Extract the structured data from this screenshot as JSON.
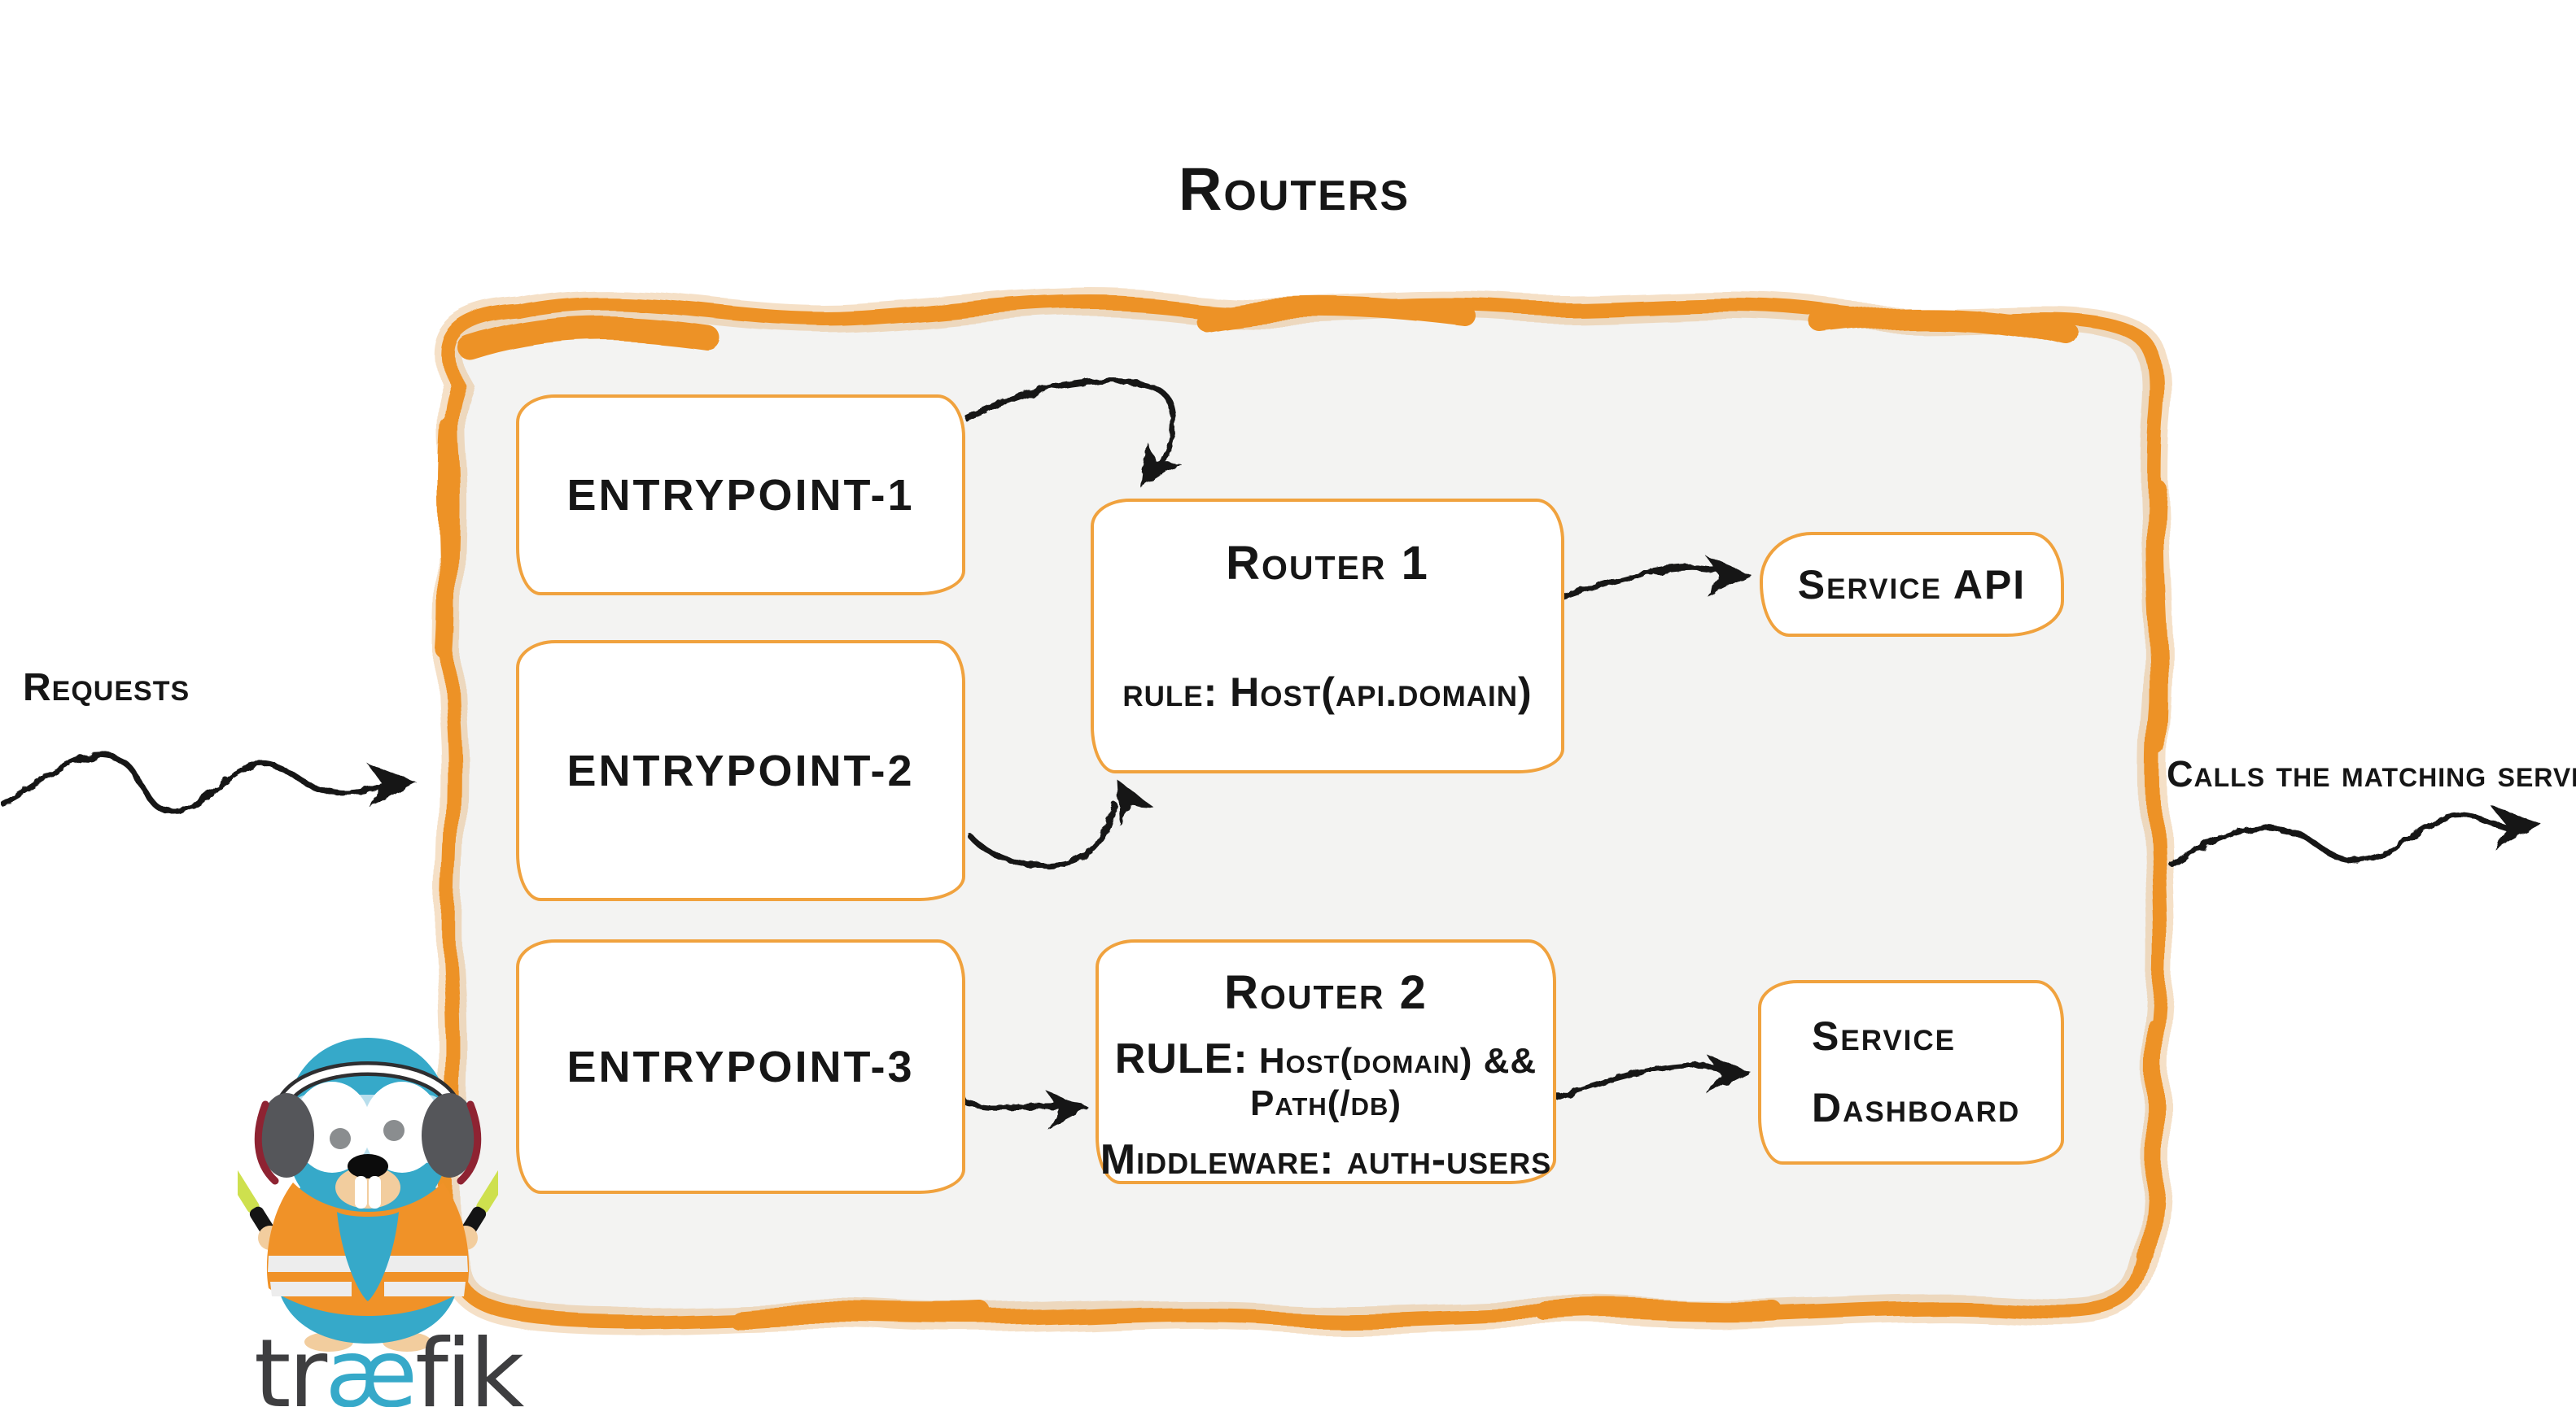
{
  "title": "Routers",
  "requests_label": "Requests",
  "calls_label": "Calls the matching server",
  "entrypoints": [
    {
      "label": "entrypoint-1"
    },
    {
      "label": "entrypoint-2"
    },
    {
      "label": "entrypoint-3"
    }
  ],
  "routers": [
    {
      "title": "Router 1",
      "rule_label": "rule:",
      "rule_value": "Host(api.domain)"
    },
    {
      "title": "Router 2",
      "rule_label": "RULE:",
      "rule_value": "Host(domain) && Path(/db)",
      "middleware_label": "Middleware:",
      "middleware_value": "auth-users"
    }
  ],
  "services": [
    {
      "label": "Service API"
    },
    {
      "label": "Service Dashboard"
    }
  ],
  "logo": {
    "pre": "tr",
    "ligature": "æ",
    "post": "fik"
  },
  "icons": [
    {
      "name": "traefik-gopher-mascot"
    },
    {
      "name": "squiggly-arrow"
    }
  ],
  "colors": {
    "container_border": "#ED9227",
    "box_border": "#F0A23E",
    "container_fill": "#F3F3F2",
    "ink": "#161616",
    "teal": "#36A9C9",
    "vest": "#F09228",
    "baton": "#CEE04E",
    "logo_text": "#3E3E40",
    "tan": "#F2CD9E"
  }
}
